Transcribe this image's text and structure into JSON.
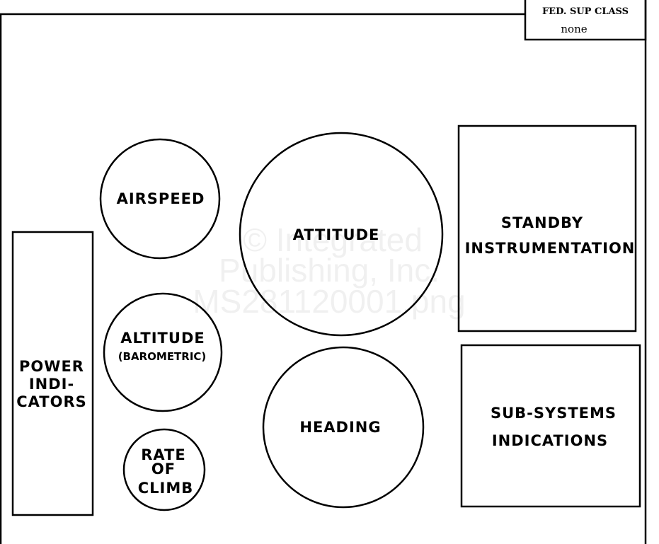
{
  "classification_box": {
    "title": "FED. SUP CLASS",
    "value": "none"
  },
  "instruments": {
    "airspeed": "AIRSPEED",
    "attitude": "ATTITUDE",
    "altitude": [
      "ALTITUDE",
      "(BAROMETRIC)"
    ],
    "heading": "HEADING",
    "rate_of_climb": [
      "RATE",
      "OF",
      "CLIMB"
    ],
    "power_indicators": [
      "POWER",
      "INDI-",
      "CATORS"
    ],
    "standby": [
      "STANDBY",
      "INSTRUMENTATION"
    ],
    "subsystems": [
      "SUB-SYSTEMS",
      "INDICATIONS"
    ]
  },
  "watermark": [
    "© Integrated",
    "Publishing, Inc.",
    "MS281120001.png"
  ]
}
